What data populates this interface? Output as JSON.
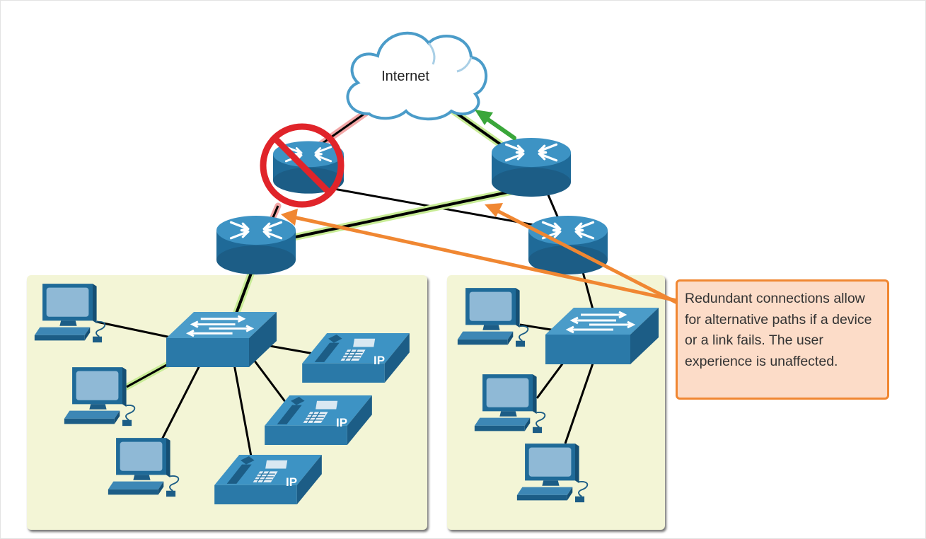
{
  "diagram": {
    "cloud_label": "Internet",
    "callout_text": "Redundant connections allow for alternative paths if a device or a link fails. The user experience is unaffected.",
    "phone_label": "IP",
    "colors": {
      "device_blue": "#2a79a8",
      "device_dark": "#1c5d86",
      "lan_area": "#f3f5d6",
      "active_link": "#000000",
      "failed_link_glow": "#f2a6a6",
      "active_link_glow": "#c8ec96",
      "failure_sign": "#e0242a",
      "traffic_arrow": "#3aa63a",
      "callout_border": "#f08732",
      "callout_fill": "#fcdcc8"
    },
    "icons": [
      "cloud-icon",
      "router-icon",
      "switch-icon",
      "pc-icon",
      "ip-phone-icon",
      "no-symbol-icon",
      "arrow-icon"
    ]
  }
}
